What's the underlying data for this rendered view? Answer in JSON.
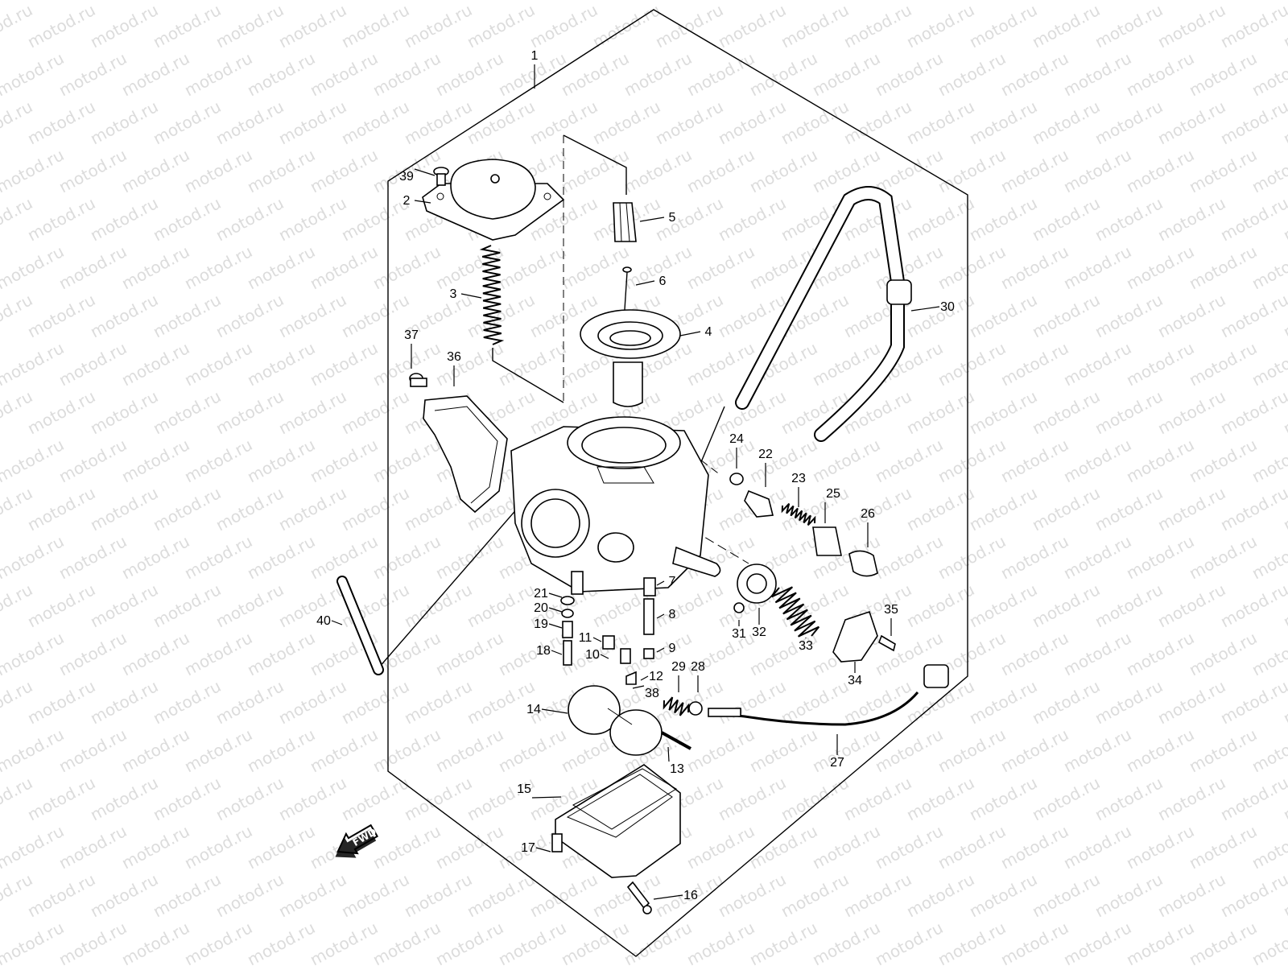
{
  "watermark": "motod.ru",
  "fwd_label": "FWD",
  "colors": {
    "line": "#000000",
    "background": "#ffffff",
    "watermark": "#dcdcdc"
  },
  "callouts": [
    "1",
    "2",
    "3",
    "4",
    "5",
    "6",
    "7",
    "8",
    "9",
    "10",
    "11",
    "12",
    "13",
    "14",
    "15",
    "16",
    "17",
    "18",
    "19",
    "20",
    "21",
    "22",
    "23",
    "24",
    "25",
    "26",
    "27",
    "28",
    "29",
    "30",
    "31",
    "32",
    "33",
    "34",
    "35",
    "36",
    "37",
    "38",
    "39",
    "40"
  ]
}
